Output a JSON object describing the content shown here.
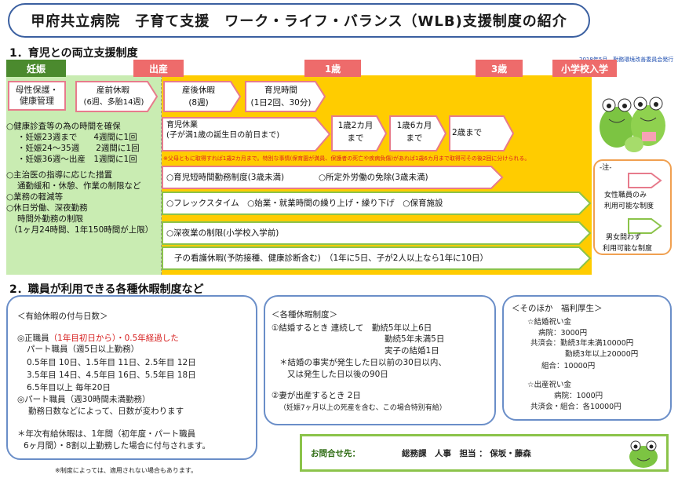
{
  "title": "甲府共立病院　子育て支援　ワーク・ライフ・バランス（WLB)支援制度の紹介",
  "section1": {
    "heading": "1．育児との両立支援制度",
    "date_note": "2018年5月　勤務環境改善委員会発行",
    "phases": {
      "pregnancy": "妊娠",
      "birth": "出産",
      "age1": "1歳",
      "age3": "3歳",
      "school": "小学校入学"
    },
    "pregnancy_box": [
      "母性保護・",
      "健康管理"
    ],
    "prenatal_leave": [
      "産前休暇",
      "(6週、多胎14週)"
    ],
    "postnatal_leave": [
      "産後休暇",
      "(8週)"
    ],
    "childcare_time": [
      "育児時間",
      "(1日2回、30分)"
    ],
    "pregnancy_list": [
      "○健康診査等の為の時間を確保",
      "・妊娠23週まで　　4週間に1回",
      "・妊娠24～35週　　2週間に1回",
      "・妊娠36週～出産　1週間に1回",
      "○主治医の指導に応じた措置",
      "通勤緩和・休憩、作業の制限など",
      "○業務の軽減等",
      "○休日労働、深夜勤務",
      "時間外勤務の制限",
      "（1ヶ月24時間、1年150時間が上限）"
    ],
    "childcare_leave": [
      "育児休業",
      "(子が満1歳の誕生日の前日まで)"
    ],
    "extension_1": [
      "1歳2カ月",
      "まで"
    ],
    "extension_2": [
      "1歳6カ月",
      "まで"
    ],
    "extension_3": "2歳まで",
    "red_note": "※父母ともに取得すれば1歳2カ月まで。特別な事情(保育園が満員、保護者の死亡や疾病負傷)があれば1歳6カ月まで取得可その後2回に分けられる。",
    "short_time": "○育児短時間勤務制度(3歳未満)",
    "overtime_exempt": "○所定外労働の免除(3歳未満)",
    "flex_row": "○フレックスタイム　○始業・就業時間の繰り上げ・繰り下げ　○保育施設",
    "night_limit": "○深夜業の制限(小学校入学前)",
    "sick_child": "子の看護休暇(予防接種、健康診断含む)　（1年に5日、子が2人以上なら1年に10日）",
    "legend": {
      "title": "-注-",
      "female_only": [
        "女性職員のみ",
        "利用可能な制度"
      ],
      "both": [
        "男女問わず",
        "利用可能な制度"
      ]
    }
  },
  "section2": {
    "heading": "2．職員が利用できる各種休暇制度など",
    "paid_leave": {
      "title": "＜有給休暇の付与日数＞",
      "regular_prefix": "◎正職員",
      "regular_red": "（1年目初日から）・0.5年経過した",
      "lines": [
        "パート職員（週5日以上勤務）",
        "0.5年目 10日、1.5年目 11日、2.5年目 12日",
        "3.5年目 14日、4.5年目 16日、5.5年目 18日",
        "6.5年目以上 毎年20日",
        "◎パート職員（週30時間未満勤務）",
        "勤務日数などによって、日数が変わります",
        "＊年次有給休暇は、1年間（初年度・パート職員",
        "6ヶ月間）・8割以上勤務した場合に付与されます。"
      ]
    },
    "special_leave": {
      "title": "＜各種休暇制度＞",
      "lines": [
        "①結婚するとき 連続して　勤続5年以上6日",
        "勤続5年未満5日",
        "実子の結婚1日",
        "＊結婚の事実が発生した日以前の30日以内、",
        "又は発生した日以後の90日",
        "②妻が出産するとき 2日",
        "（妊娠7ヶ月以上の死産を含む、この場合特別有給）"
      ]
    },
    "welfare": {
      "title": "＜そのほか　福利厚生＞",
      "lines": [
        "☆結婚祝い金",
        "病院：3000円",
        "共済会：勤続3年未満10000円",
        "勤続3年以上20000円",
        "組合：10000円",
        "☆出産祝い金",
        "病院：1000円",
        "共済会・組合：各10000円"
      ]
    },
    "contact": {
      "label": "お問合せ先：",
      "value": "総務課　人事　担当 ： 保坂・藤森"
    },
    "footnote": "※制度によっては、適用されない場合もあります。"
  },
  "colors": {
    "pink": "#ee6b6b",
    "orange": "#ffcc00",
    "green": "#c9ecb2",
    "blue": "#3a5fa0"
  }
}
